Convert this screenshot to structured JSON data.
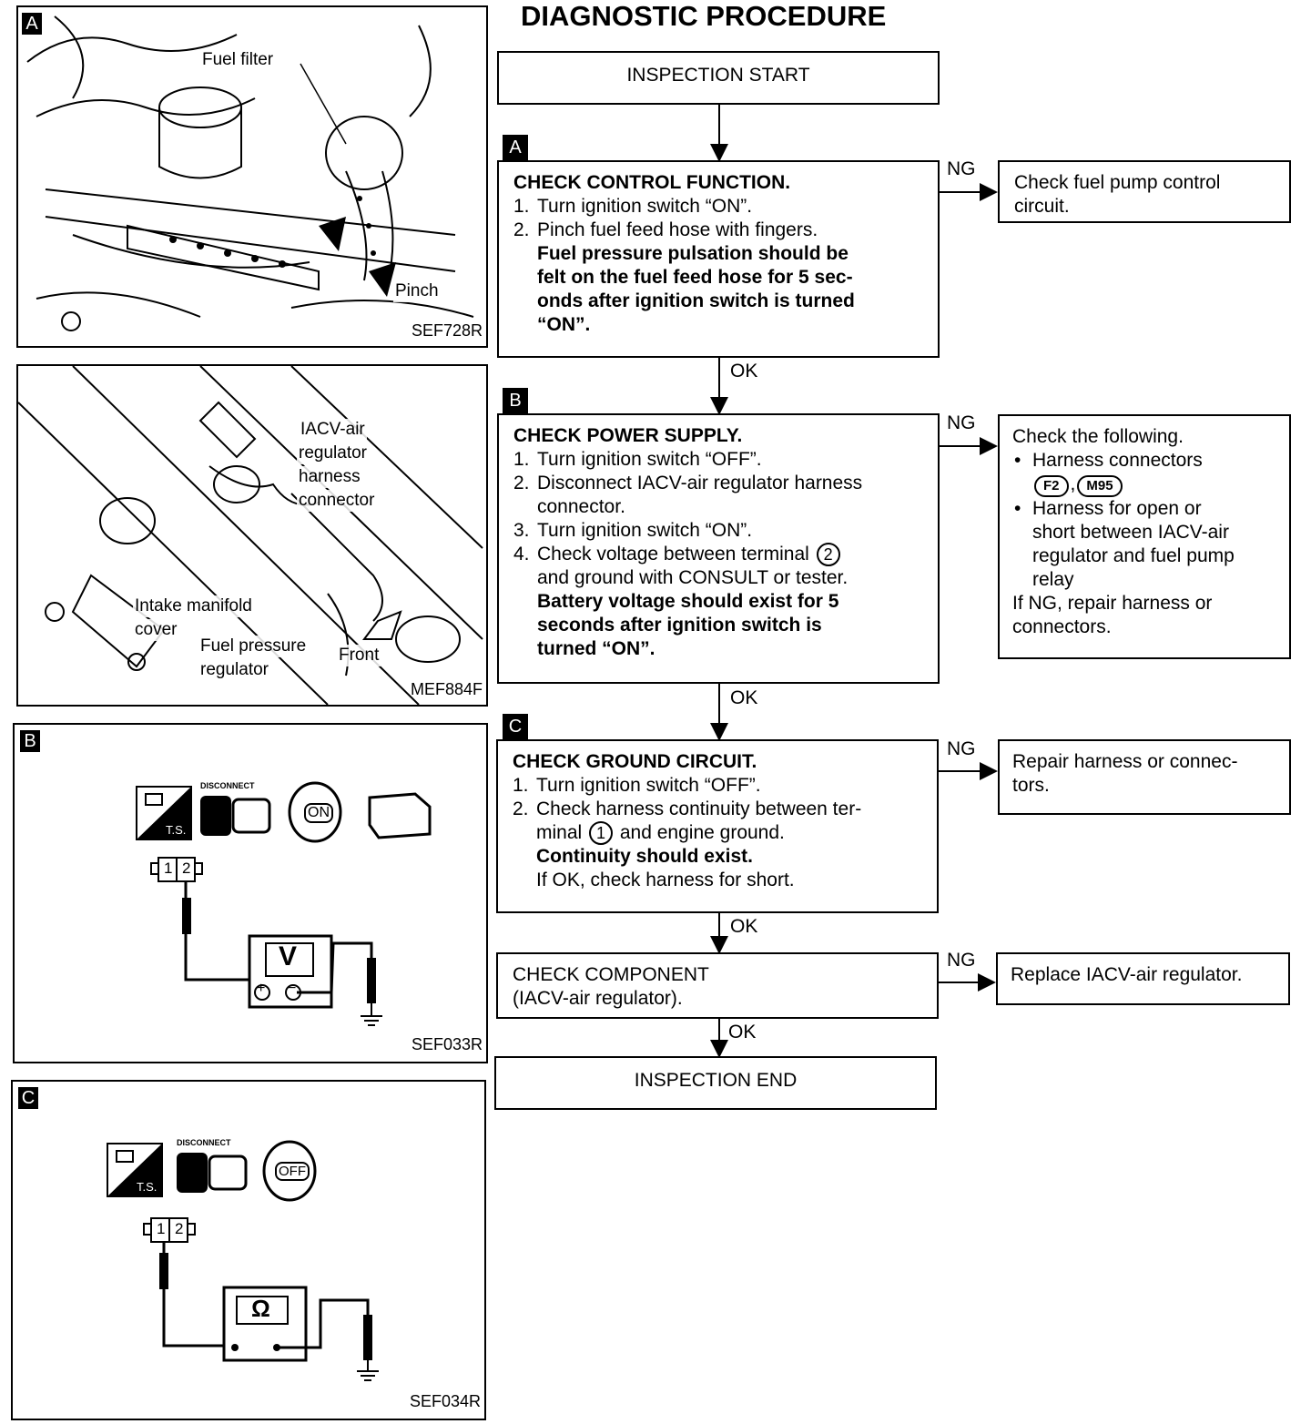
{
  "title": "DIAGNOSTIC PROCEDURE",
  "figures": {
    "a": {
      "tag": "A",
      "code": "SEF728R",
      "labels": {
        "fuel_filter": "Fuel filter",
        "pinch": "Pinch"
      }
    },
    "mef": {
      "code": "MEF884F",
      "labels": {
        "iacv1": "IACV-air",
        "iacv2": "regulator",
        "iacv3": "harness",
        "iacv4": "connector",
        "intake1": "Intake manifold",
        "intake2": "cover",
        "fuel1": "Fuel pressure",
        "fuel2": "regulator",
        "front": "Front"
      }
    },
    "b": {
      "tag": "B",
      "code": "SEF033R",
      "disconnect": "DISCONNECT",
      "ts": "T.S.",
      "key": "ON",
      "meter": "V",
      "pin1": "1",
      "pin2": "2",
      "plus": "+",
      "minus": "−"
    },
    "c": {
      "tag": "C",
      "code": "SEF034R",
      "disconnect": "DISCONNECT",
      "ts": "T.S.",
      "key": "OFF",
      "meter": "Ω",
      "pin1": "1",
      "pin2": "2"
    }
  },
  "flow": {
    "start": "INSPECTION START",
    "end": "INSPECTION END",
    "ok": "OK",
    "ng": "NG",
    "step_a": {
      "tag": "A",
      "title": "CHECK CONTROL FUNCTION.",
      "s1n": "1.",
      "s1": "Turn ignition switch “ON”.",
      "s2n": "2.",
      "s2": "Pinch fuel feed hose with fingers.",
      "b1": "Fuel pressure pulsation should be",
      "b2": "felt on the fuel feed hose for 5 sec-",
      "b3": "onds after ignition switch is turned",
      "b4": "“ON”.",
      "ng_text1": "Check fuel pump control",
      "ng_text2": "circuit."
    },
    "step_b": {
      "tag": "B",
      "title": "CHECK POWER SUPPLY.",
      "s1n": "1.",
      "s1": "Turn ignition switch “OFF”.",
      "s2n": "2.",
      "s2a": "Disconnect IACV-air regulator harness",
      "s2b": "connector.",
      "s3n": "3.",
      "s3": "Turn ignition switch “ON”.",
      "s4n": "4.",
      "s4a": "Check voltage between terminal",
      "s4term": "2",
      "s4b": "and ground with CONSULT or tester.",
      "b1": "Battery voltage should exist for 5",
      "b2": "seconds after ignition switch is",
      "b3": "turned “ON”.",
      "ng_head": "Check the following.",
      "ng_b1": "Harness connectors",
      "ng_c1": "F2",
      "ng_comma": ",",
      "ng_c2": "M95",
      "ng_b2a": "Harness for open or",
      "ng_b2b": "short between IACV-air",
      "ng_b2c": "regulator and fuel pump",
      "ng_b2d": "relay",
      "ng_f1": "If NG, repair harness or",
      "ng_f2": "connectors.",
      "bullet": "•"
    },
    "step_c": {
      "tag": "C",
      "title": "CHECK GROUND CIRCUIT.",
      "s1n": "1.",
      "s1": "Turn ignition switch “OFF”.",
      "s2n": "2.",
      "s2a": "Check harness continuity between ter-",
      "s2b1": "minal",
      "s2term": "1",
      "s2b2": "and engine ground.",
      "b1": "Continuity should exist.",
      "s3": "If OK, check harness for short.",
      "ng_text1": "Repair harness or connec-",
      "ng_text2": "tors."
    },
    "step_d": {
      "text1": "CHECK COMPONENT",
      "text2": "(IACV-air regulator).",
      "ng_text": "Replace IACV-air regulator."
    }
  }
}
